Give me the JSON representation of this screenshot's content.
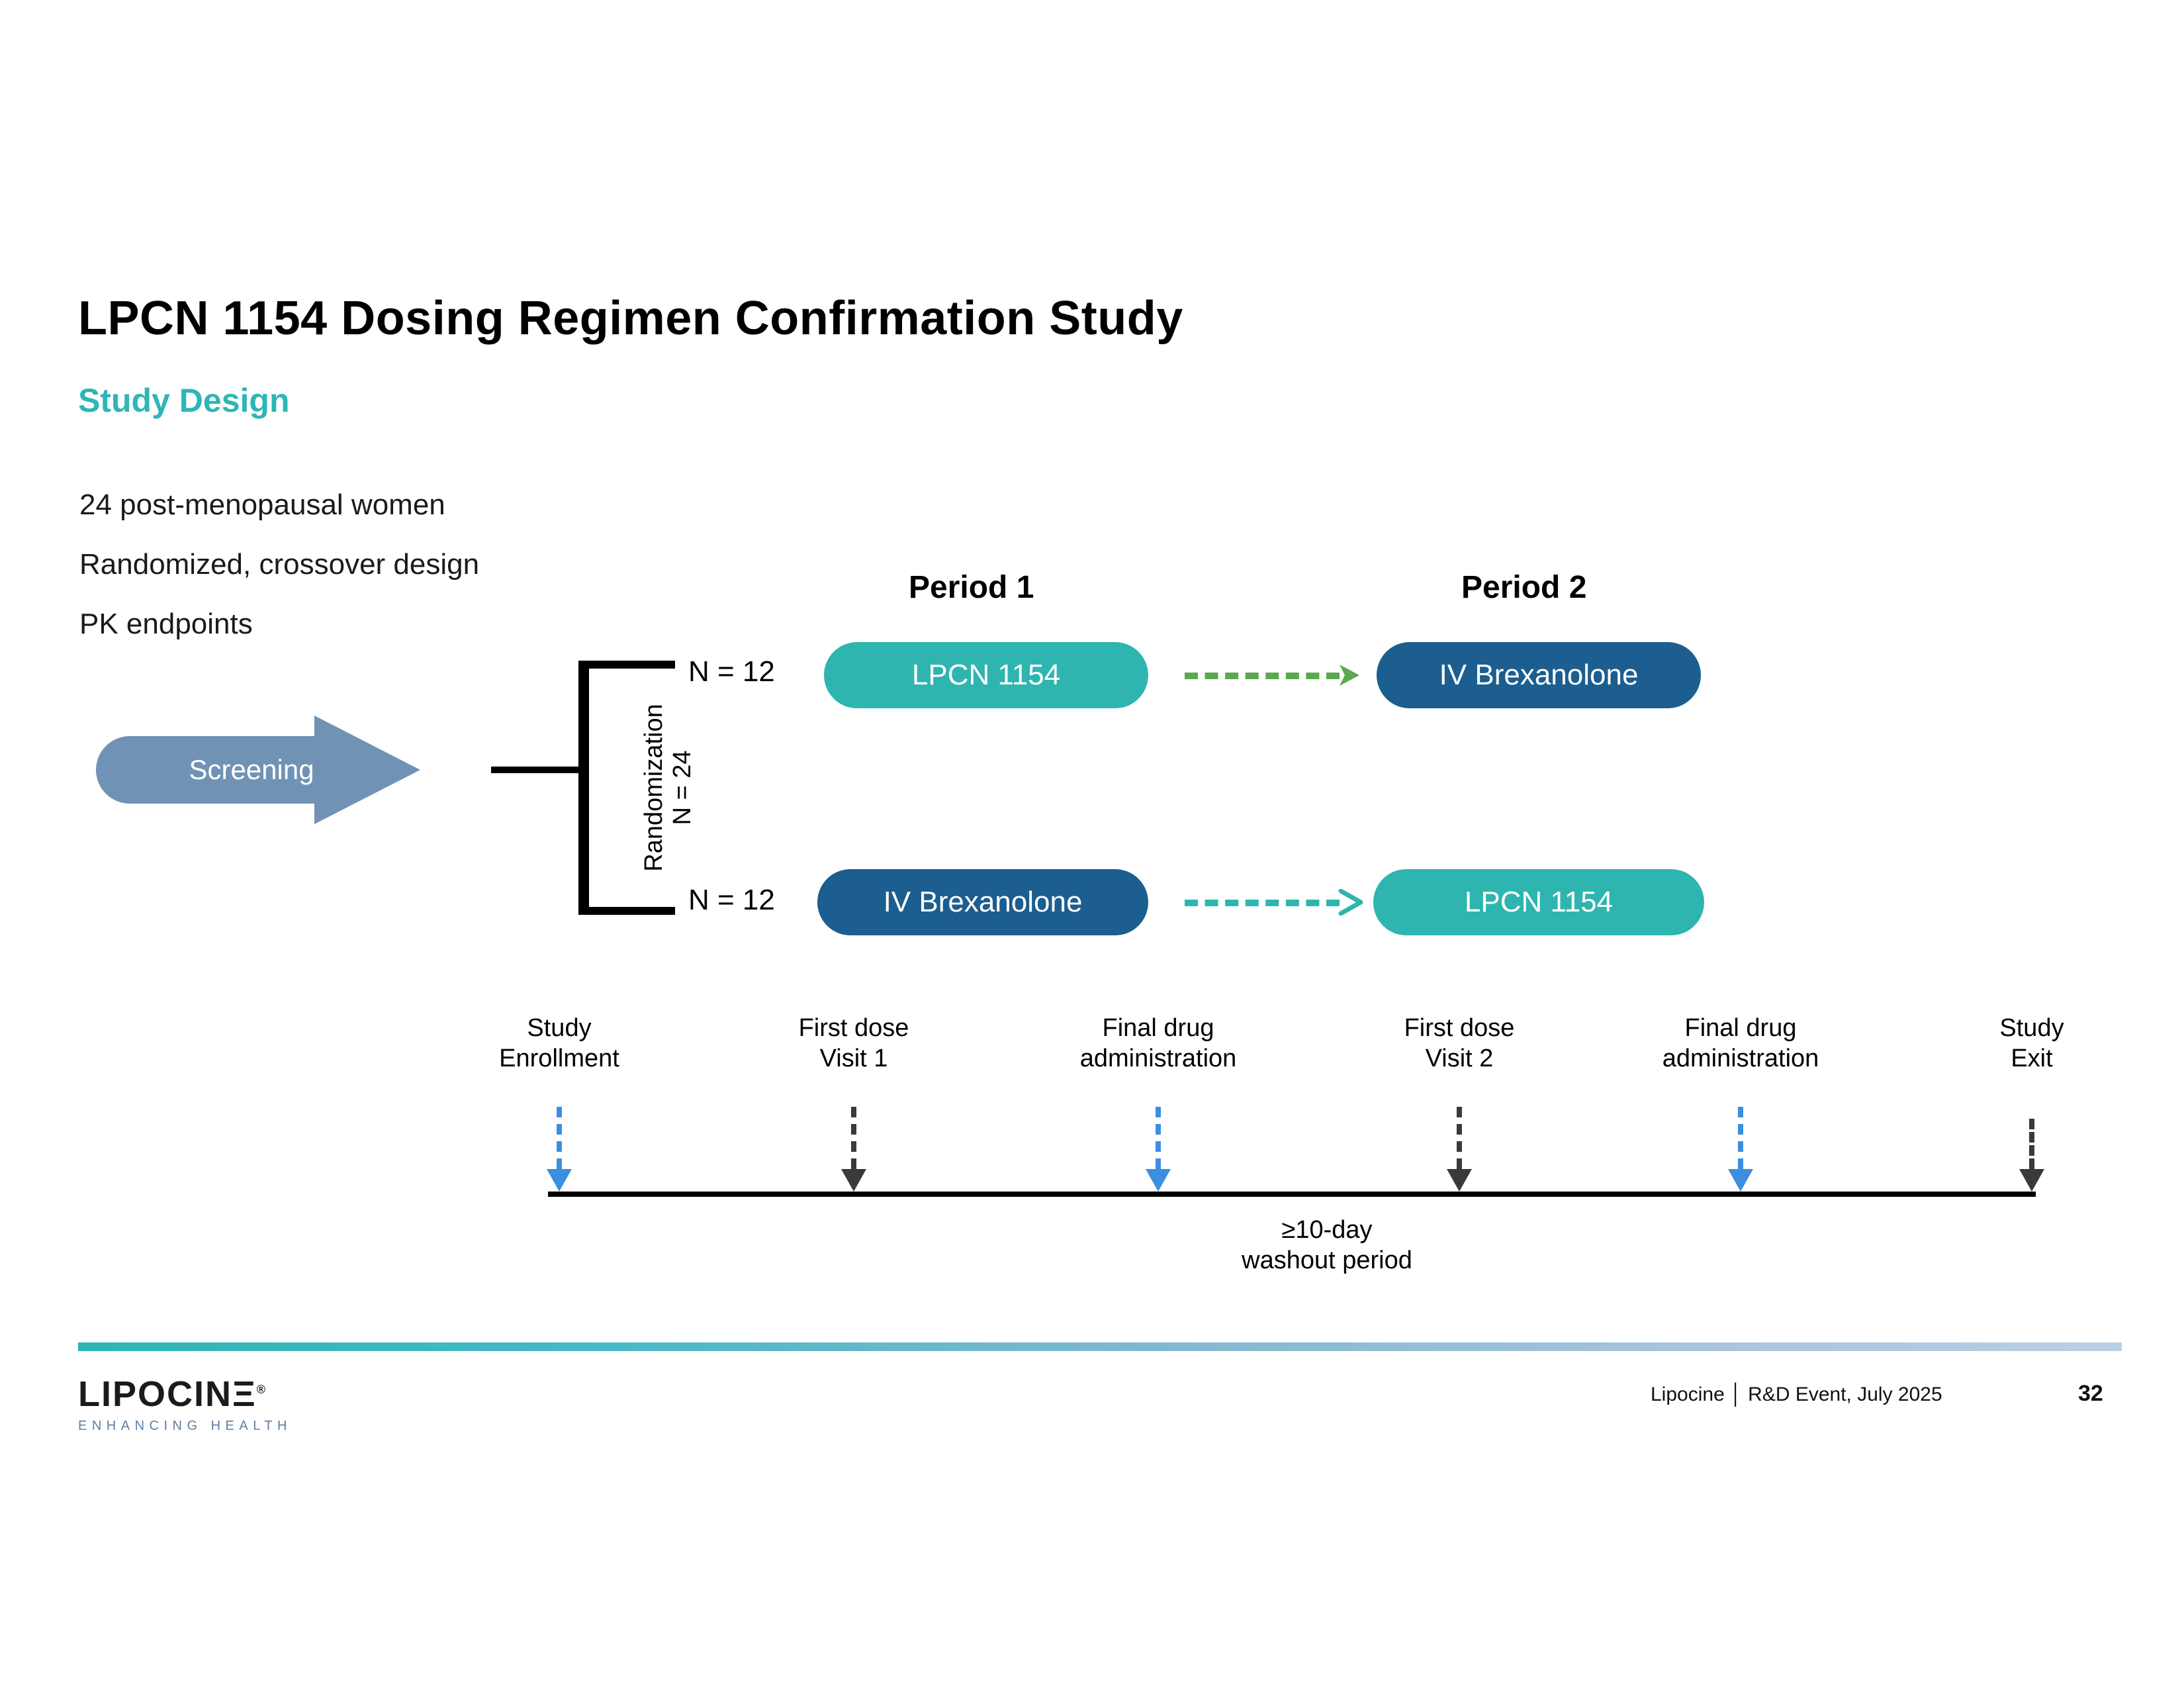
{
  "title": "LPCN 1154 Dosing Regimen Confirmation Study",
  "subtitle": "Study Design",
  "bullets": [
    "24 post-menopausal women",
    "Randomized, crossover design",
    "PK endpoints"
  ],
  "screening": {
    "label": "Screening"
  },
  "randomization": {
    "line1": "Randomization",
    "line2": "N = 24"
  },
  "arms": [
    {
      "n_label": "N = 12",
      "period1": "LPCN 1154",
      "period2": "IV Brexanolone",
      "arrow_color": "#5AA84F"
    },
    {
      "n_label": "N = 12",
      "period1": "IV Brexanolone",
      "period2": "LPCN 1154",
      "arrow_color": "#2FB5B0"
    }
  ],
  "periods": [
    {
      "label": "Period 1"
    },
    {
      "label": "Period 2"
    }
  ],
  "timeline": {
    "markers": [
      {
        "line1": "Study",
        "line2": "Enrollment",
        "color": "#3C8EE0"
      },
      {
        "line1": "First dose",
        "line2": "Visit 1",
        "color": "#3A3A3A"
      },
      {
        "line1": "Final drug",
        "line2": "administration",
        "color": "#3C8EE0"
      },
      {
        "line1": "First dose",
        "line2": "Visit 2",
        "color": "#3A3A3A"
      },
      {
        "line1": "Final drug",
        "line2": "administration",
        "color": "#3C8EE0"
      },
      {
        "line1": "Study",
        "line2": "Exit",
        "color": "#3A3A3A"
      }
    ],
    "washout_line1": "≥10-day",
    "washout_line2": "washout period"
  },
  "footer": {
    "logo_word": "LIPOCINΞ",
    "logo_reg": "®",
    "logo_tagline": "ENHANCING HEALTH",
    "credit": "Lipocine │ R&D Event, July 2025",
    "page_number": "32"
  },
  "colors": {
    "accent_teal": "#2FB5B5",
    "pill_teal": "#2FB5B0",
    "pill_navy": "#1B5E8F",
    "screening_blue": "#7093B5",
    "arrow_green": "#5AA84F",
    "arrow_blue": "#3C8EE0",
    "arrow_dark": "#3A3A3A"
  }
}
